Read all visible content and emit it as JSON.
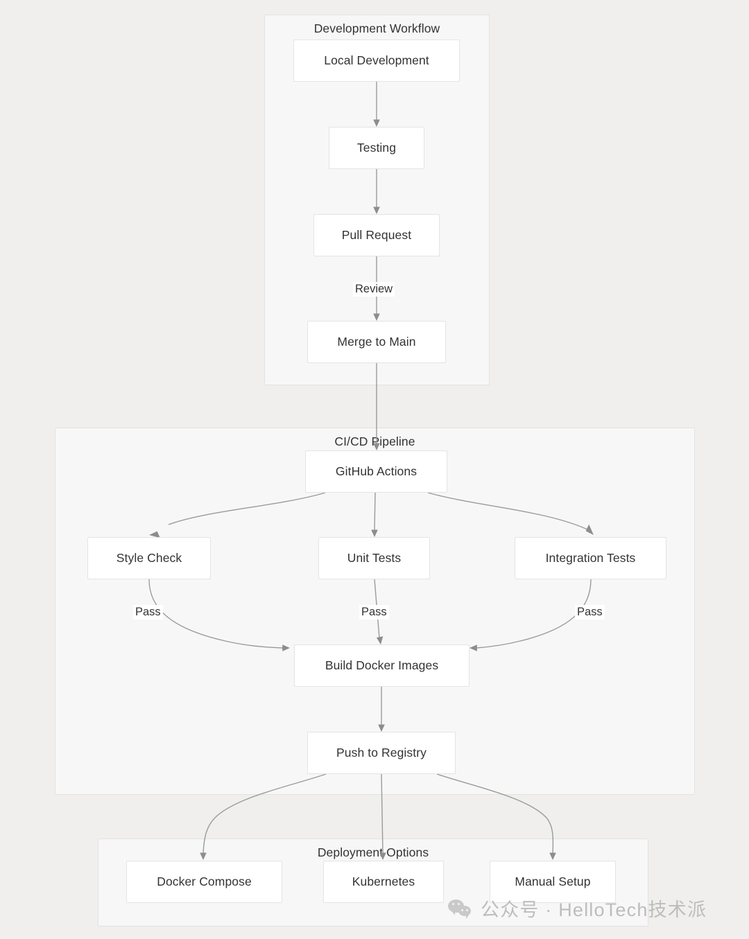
{
  "diagram": {
    "type": "flowchart",
    "direction": "top-down",
    "background_color": "#f0efed",
    "cluster_fill": "#f7f7f7",
    "cluster_stroke": "#e2e2e2",
    "node_fill": "#ffffff",
    "node_stroke": "#e4e4e4",
    "edge_color": "#9a9a9a",
    "text_color": "#333333"
  },
  "clusters": [
    {
      "id": "dev",
      "title": "Development Workflow"
    },
    {
      "id": "cicd",
      "title": "CI/CD Pipeline"
    },
    {
      "id": "deploy",
      "title": "Deployment Options"
    }
  ],
  "nodes": [
    {
      "id": "local",
      "label": "Local Development",
      "cluster": "dev"
    },
    {
      "id": "testing",
      "label": "Testing",
      "cluster": "dev"
    },
    {
      "id": "pr",
      "label": "Pull Request",
      "cluster": "dev"
    },
    {
      "id": "merge",
      "label": "Merge to Main",
      "cluster": "dev"
    },
    {
      "id": "gha",
      "label": "GitHub Actions",
      "cluster": "cicd"
    },
    {
      "id": "style",
      "label": "Style Check",
      "cluster": "cicd"
    },
    {
      "id": "unit",
      "label": "Unit Tests",
      "cluster": "cicd"
    },
    {
      "id": "integ",
      "label": "Integration Tests",
      "cluster": "cicd"
    },
    {
      "id": "build",
      "label": "Build Docker Images",
      "cluster": "cicd"
    },
    {
      "id": "push",
      "label": "Push to Registry",
      "cluster": "cicd"
    },
    {
      "id": "compose",
      "label": "Docker Compose",
      "cluster": "deploy"
    },
    {
      "id": "k8s",
      "label": "Kubernetes",
      "cluster": "deploy"
    },
    {
      "id": "manual",
      "label": "Manual Setup",
      "cluster": "deploy"
    }
  ],
  "edges": [
    {
      "from": "local",
      "to": "testing",
      "label": ""
    },
    {
      "from": "testing",
      "to": "pr",
      "label": ""
    },
    {
      "from": "pr",
      "to": "merge",
      "label": "Review"
    },
    {
      "from": "merge",
      "to": "gha",
      "label": ""
    },
    {
      "from": "gha",
      "to": "style",
      "label": ""
    },
    {
      "from": "gha",
      "to": "unit",
      "label": ""
    },
    {
      "from": "gha",
      "to": "integ",
      "label": ""
    },
    {
      "from": "style",
      "to": "build",
      "label": "Pass"
    },
    {
      "from": "unit",
      "to": "build",
      "label": "Pass"
    },
    {
      "from": "integ",
      "to": "build",
      "label": "Pass"
    },
    {
      "from": "build",
      "to": "push",
      "label": ""
    },
    {
      "from": "push",
      "to": "compose",
      "label": ""
    },
    {
      "from": "push",
      "to": "k8s",
      "label": ""
    },
    {
      "from": "push",
      "to": "manual",
      "label": ""
    }
  ],
  "edge_labels": {
    "review": "Review",
    "pass_style": "Pass",
    "pass_unit": "Pass",
    "pass_integ": "Pass"
  },
  "watermark": {
    "text": "公众号 · HelloTech技术派",
    "icon": "wechat-icon",
    "color": "#b9b9b9"
  }
}
